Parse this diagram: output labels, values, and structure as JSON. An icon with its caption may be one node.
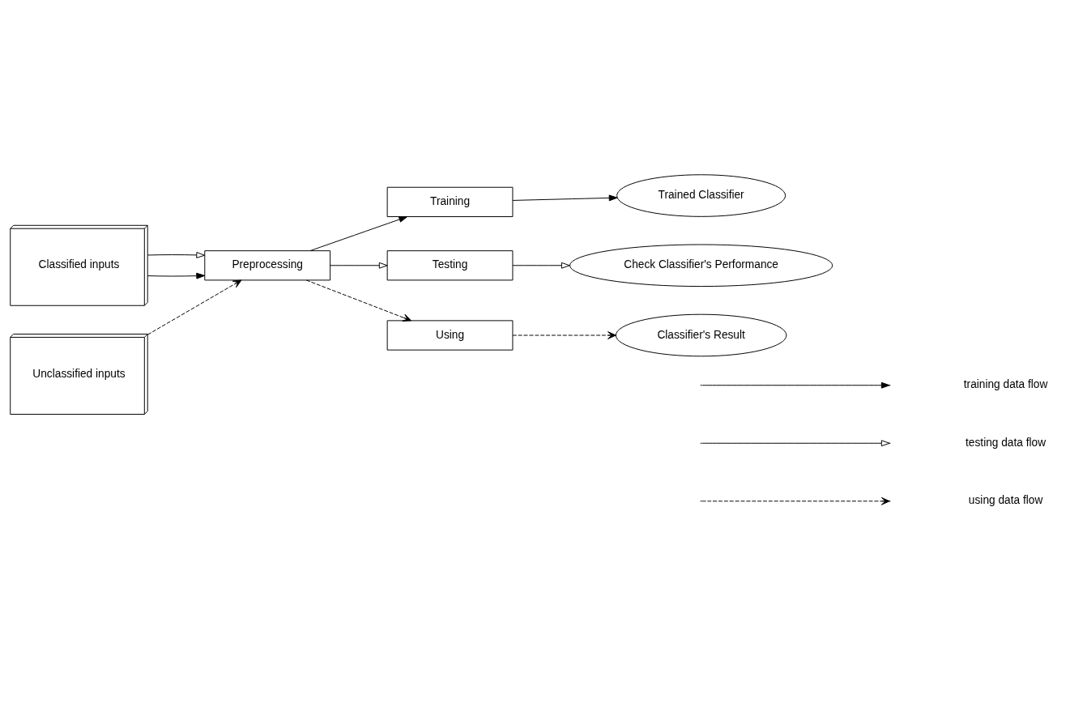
{
  "diagram": {
    "nodes": [
      {
        "text": [
          "Classified inputs"
        ]
      },
      {
        "text": [
          "Unclassified inputs"
        ]
      },
      {
        "text": [
          "Preprocessing"
        ]
      },
      {
        "text": [
          "Training"
        ]
      },
      {
        "text": [
          "Testing"
        ]
      },
      {
        "text": [
          "Using"
        ]
      },
      {
        "text": [
          "Trained Classifier"
        ]
      },
      {
        "text": [
          "Check Classifier's Performance"
        ]
      },
      {
        "text": [
          "Classifier's Result"
        ]
      }
    ],
    "edges": [
      {
        "from": 0,
        "to": 2,
        "arrow": "to"
      },
      {
        "from": 0,
        "to": 2,
        "arrow": "to"
      },
      {
        "from": 1,
        "to": 2,
        "arrow": "to",
        "style": "dashed"
      },
      {
        "from": 2,
        "to": 3,
        "arrow": "to"
      },
      {
        "from": 2,
        "to": 4,
        "arrow": "to"
      },
      {
        "from": 2,
        "to": 5,
        "arrow": "to",
        "style": "dashed"
      },
      {
        "from": 3,
        "to": 6,
        "arrow": "to"
      },
      {
        "from": 4,
        "to": 7,
        "arrow": "to"
      },
      {
        "from": 5,
        "to": 8,
        "arrow": "to",
        "style": "dashed"
      }
    ],
    "legend": [
      {
        "text": "training data flow"
      },
      {
        "text": "testing data flow"
      },
      {
        "text": "using data flow"
      }
    ]
  }
}
